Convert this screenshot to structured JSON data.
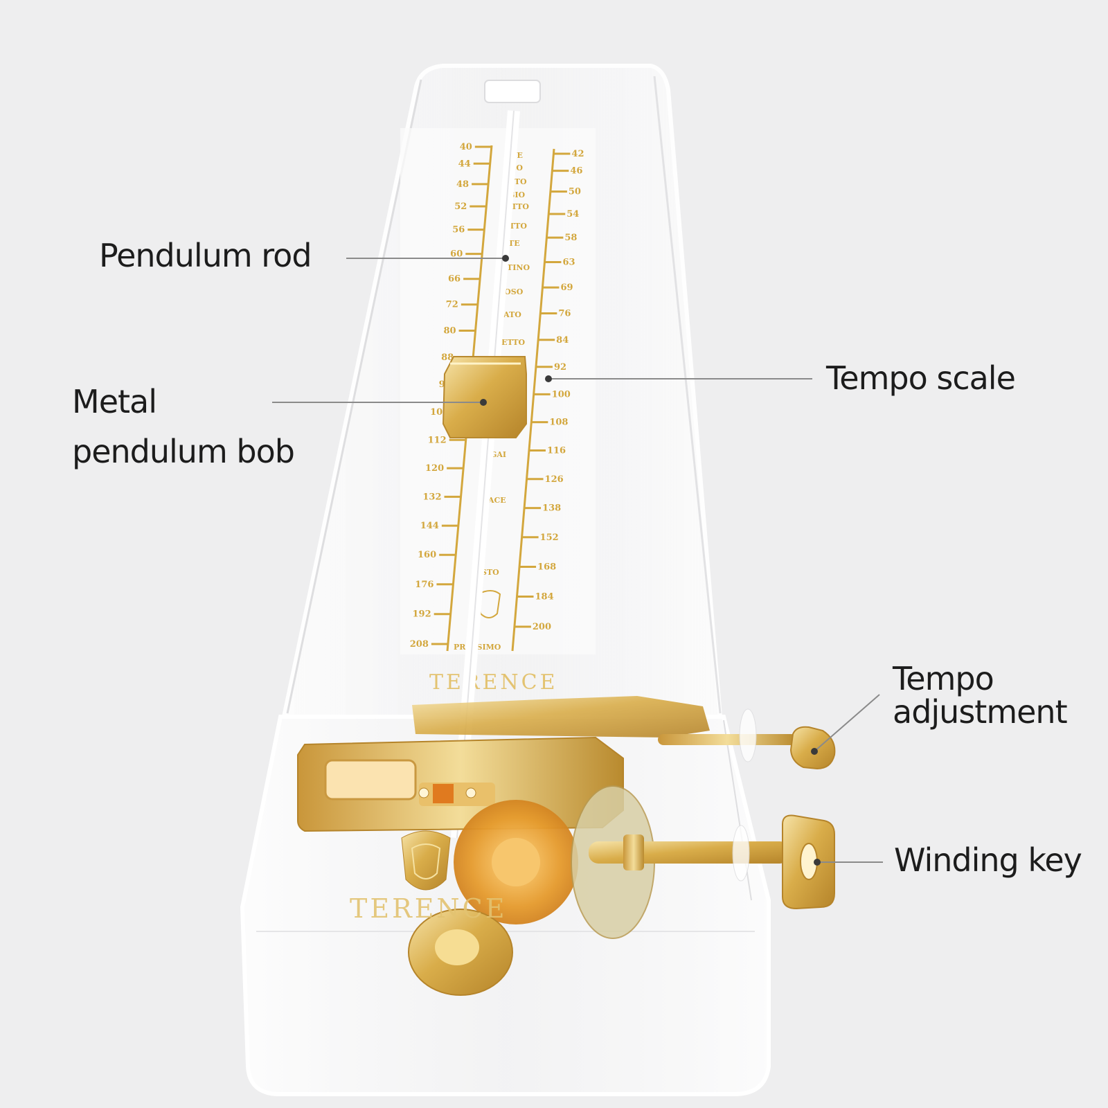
{
  "labels": {
    "pendulum_rod": "Pendulum rod",
    "metal_bob_line1": "Metal",
    "metal_bob_line2": "pendulum bob",
    "tempo_scale": "Tempo scale",
    "tempo_adjust_line1": "Tempo",
    "tempo_adjust_line2": "adjustment",
    "winding_key": "Winding key"
  },
  "brand": "TERENCE",
  "scale": {
    "left": [
      "40",
      "44",
      "48",
      "52",
      "56",
      "60",
      "66",
      "72",
      "80",
      "88",
      "96",
      "104",
      "112",
      "120",
      "132",
      "144",
      "160",
      "176",
      "192",
      "208"
    ],
    "right": [
      "42",
      "46",
      "50",
      "54",
      "58",
      "63",
      "69",
      "76",
      "84",
      "92",
      "100",
      "108",
      "116",
      "126",
      "138",
      "152",
      "168",
      "184",
      "200"
    ]
  },
  "colors": {
    "background": "#eeeeef",
    "gold": "#d3a73d",
    "leader_line": "#8a8a8a",
    "text": "#1c1c1c"
  }
}
